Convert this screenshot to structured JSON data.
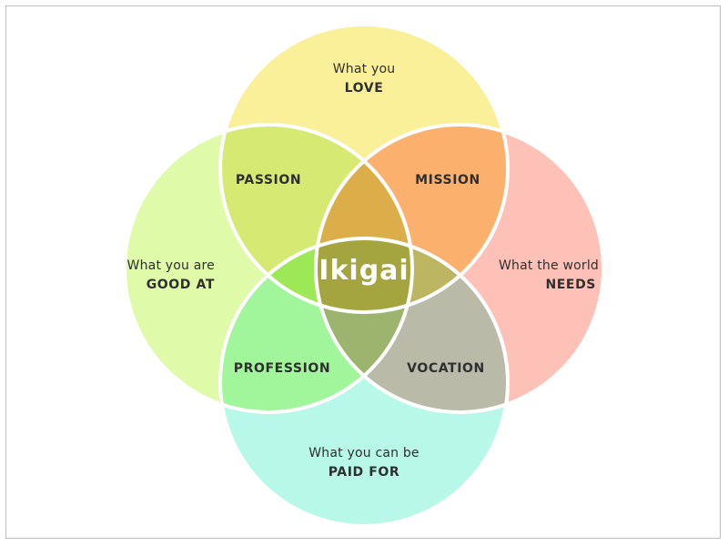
{
  "circles": {
    "love": {
      "line1": "What you",
      "line2": "LOVE",
      "color": "#FBF09A"
    },
    "good_at": {
      "line1": "What you are",
      "line2": "GOOD AT",
      "color": "#DFFAA9"
    },
    "world_needs": {
      "line1": "What the world",
      "line2": "NEEDS",
      "color": "#FEC1B7"
    },
    "paid_for": {
      "line1": "What you can be",
      "line2": "PAID FOR",
      "color": "#B7F8E8"
    }
  },
  "overlaps": {
    "passion": {
      "label": "PASSION",
      "color": "#D6EA73"
    },
    "mission": {
      "label": "MISSION",
      "color": "#FCB06E"
    },
    "profession": {
      "label": "PROFESSION",
      "color": "#A1F59A"
    },
    "vocation": {
      "label": "VOCATION",
      "color": "#B9BBA8"
    }
  },
  "center": {
    "label": "Ikigai",
    "color": "#A4A53F"
  },
  "triple_overlaps": {
    "top": {
      "color": "#DBAE4A"
    },
    "left": {
      "color": "#9DE856"
    },
    "right": {
      "color": "#BCB562"
    },
    "bottom": {
      "color": "#9CB46E"
    }
  }
}
